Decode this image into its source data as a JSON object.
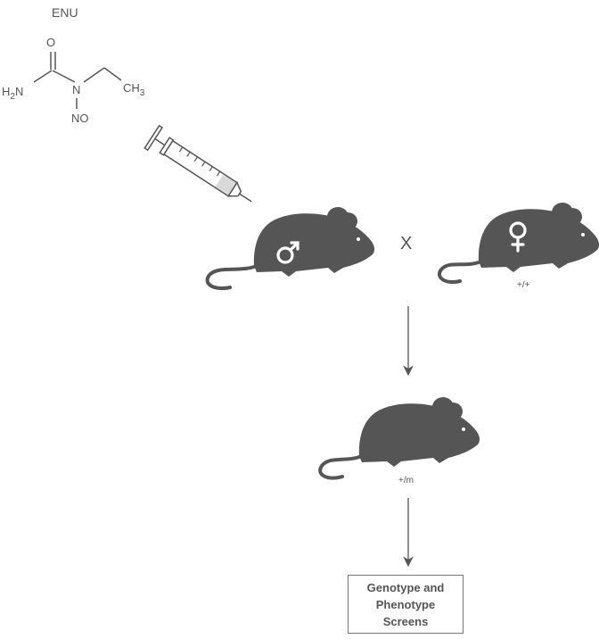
{
  "chemical": {
    "name": "ENU",
    "atoms": {
      "o": "O",
      "n": "N",
      "h2n": "H",
      "h2n_sub": "2",
      "h2n_n": "N",
      "ch3": "CH",
      "ch3_sub": "3",
      "nitroso": "NO"
    }
  },
  "cross": {
    "symbol": "X"
  },
  "genotypes": {
    "female": "+/+",
    "offspring": "+/m"
  },
  "result": {
    "line1": "Genotype and",
    "line2": "Phenotype",
    "line3": "Screens"
  },
  "colors": {
    "silhouette": "#555555",
    "text": "#555555",
    "syringe_fill": "#d9d9d9"
  }
}
